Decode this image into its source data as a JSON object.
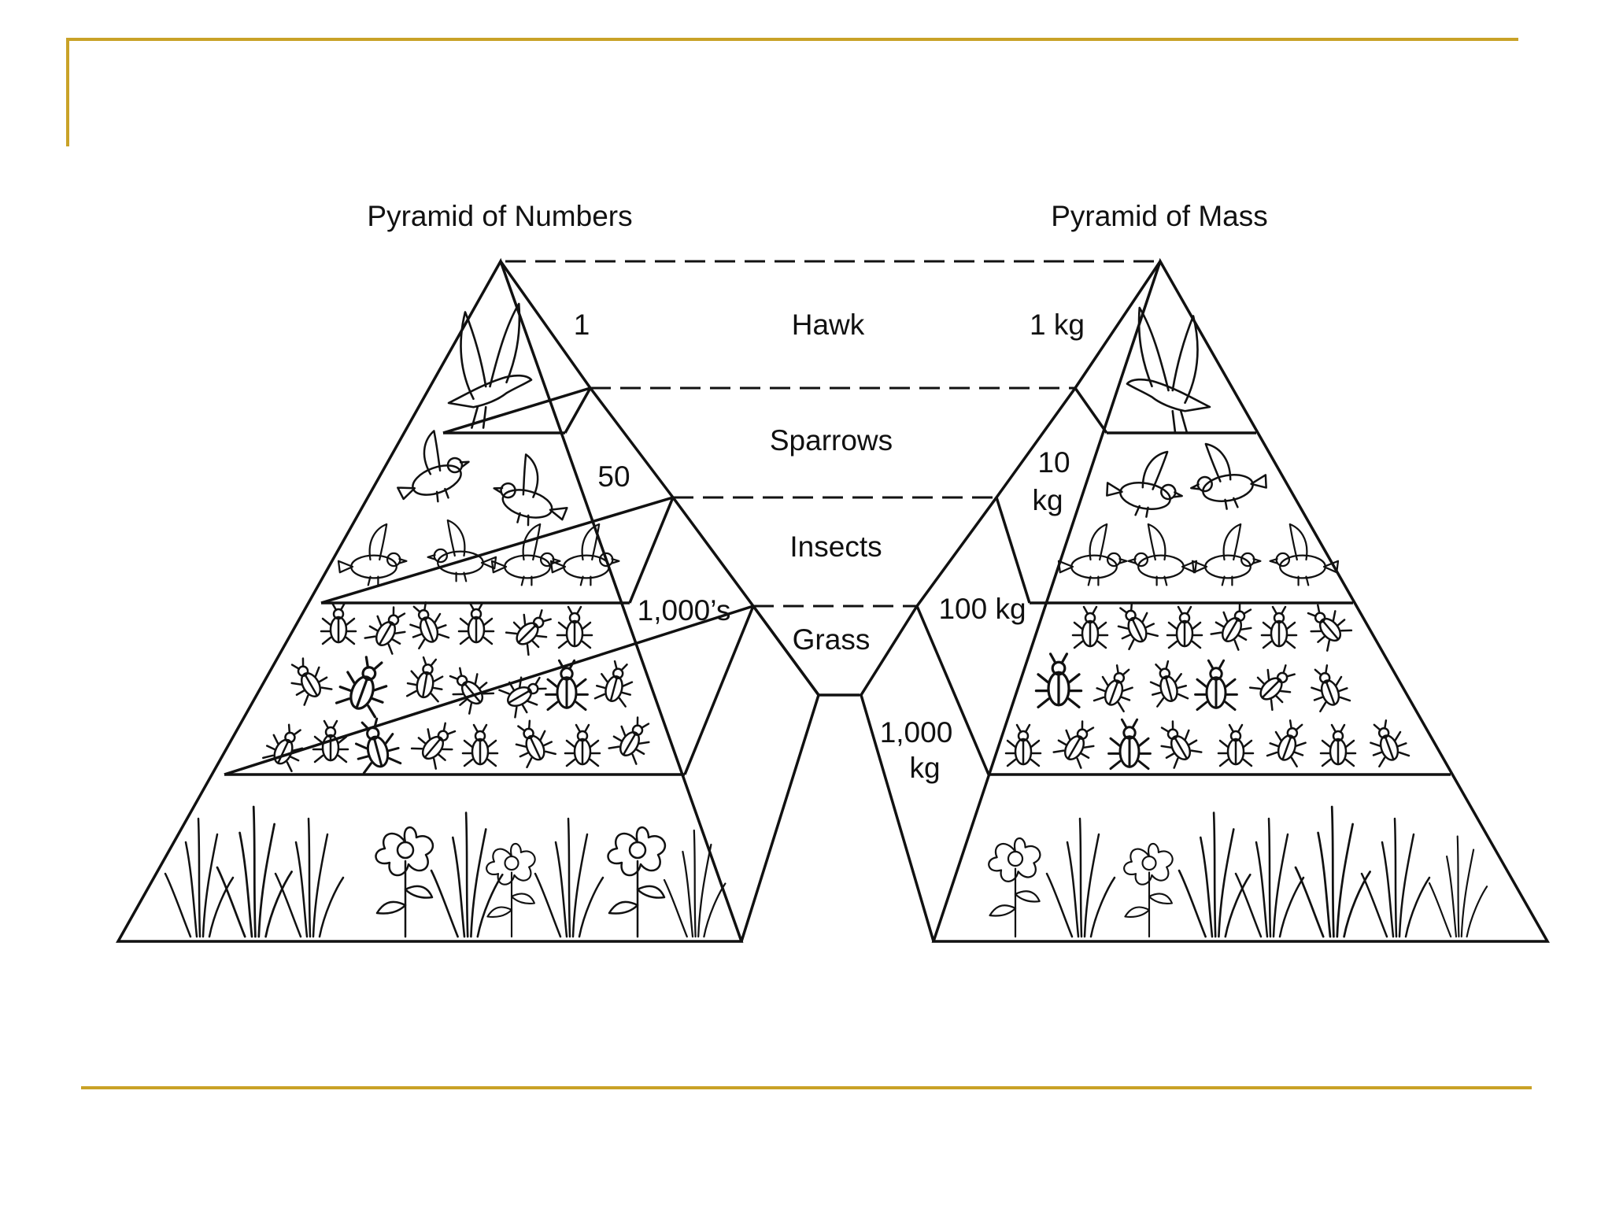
{
  "diagram": {
    "left_title": "Pyramid of Numbers",
    "right_title": "Pyramid of Mass",
    "levels": [
      {
        "organism": "Hawk",
        "number": "1",
        "mass": "1 kg"
      },
      {
        "organism": "Sparrows",
        "number": "50",
        "mass_line1": "10",
        "mass_line2": "kg"
      },
      {
        "organism": "Insects",
        "number": "1,000’s",
        "mass": "100 kg"
      },
      {
        "organism": "Grass",
        "mass_line1": "1,000",
        "mass_line2": "kg"
      }
    ]
  },
  "colors": {
    "frame_accent": "#c9a227",
    "ink": "#111111"
  },
  "icons": [
    "hawk-icon",
    "sparrow-icon",
    "insect-icon",
    "grass-icon",
    "flower-icon"
  ]
}
